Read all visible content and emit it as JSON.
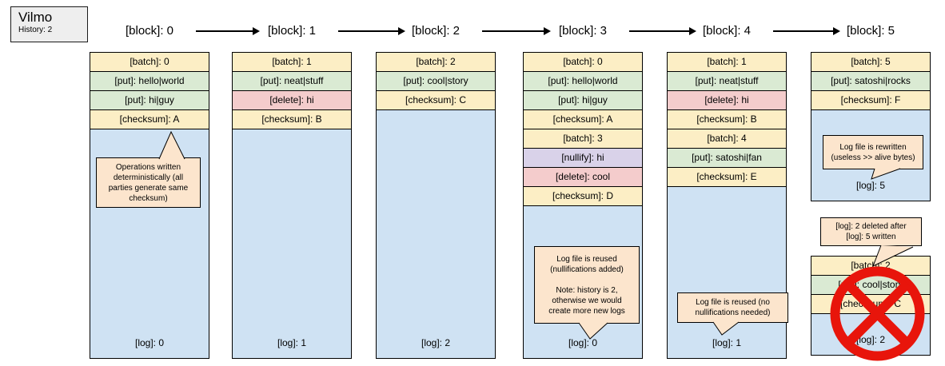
{
  "legend": {
    "title": "Vilmo",
    "subtitle": "History: 2"
  },
  "palette": {
    "batch_checksum_fill": "#fceec5",
    "put_fill": "#daead3",
    "delete_fill": "#f4cccc",
    "nullify_fill": "#d9d2e9",
    "log_fill": "#cfe2f3",
    "note_fill": "#fce5cd",
    "legend_fill": "#eeeeee",
    "cross_red": "#e8150b"
  },
  "blocks": [
    {
      "title": "[block]: 0",
      "rows": [
        {
          "type": "batch",
          "label": "[batch]: 0"
        },
        {
          "type": "put",
          "label": "[put]: hello|world"
        },
        {
          "type": "put",
          "label": "[put]: hi|guy"
        },
        {
          "type": "checksum",
          "label": "[checksum]: A"
        }
      ],
      "log": "[log]: 0",
      "note": "Operations written\ndeterministically (all\nparties generate same\nchecksum)"
    },
    {
      "title": "[block]: 1",
      "rows": [
        {
          "type": "batch",
          "label": "[batch]: 1"
        },
        {
          "type": "put",
          "label": "[put]: neat|stuff"
        },
        {
          "type": "delete",
          "label": "[delete]: hi"
        },
        {
          "type": "checksum",
          "label": "[checksum]: B"
        }
      ],
      "log": "[log]: 1"
    },
    {
      "title": "[block]: 2",
      "rows": [
        {
          "type": "batch",
          "label": "[batch]: 2"
        },
        {
          "type": "put",
          "label": "[put]: cool|story"
        },
        {
          "type": "checksum",
          "label": "[checksum]: C"
        }
      ],
      "log": "[log]: 2"
    },
    {
      "title": "[block]: 3",
      "rows": [
        {
          "type": "batch",
          "label": "[batch]: 0"
        },
        {
          "type": "put",
          "label": "[put]: hello|world"
        },
        {
          "type": "put",
          "label": "[put]: hi|guy"
        },
        {
          "type": "checksum",
          "label": "[checksum]: A"
        },
        {
          "type": "batch",
          "label": "[batch]: 3"
        },
        {
          "type": "nullify",
          "label": "[nullify]: hi"
        },
        {
          "type": "delete",
          "label": "[delete]: cool"
        },
        {
          "type": "checksum",
          "label": "[checksum]: D"
        }
      ],
      "log": "[log]: 0",
      "note": "Log file is reused\n(nullifications added)\n\nNote: history is 2,\notherwise we would\ncreate more new logs"
    },
    {
      "title": "[block]: 4",
      "rows": [
        {
          "type": "batch",
          "label": "[batch]: 1"
        },
        {
          "type": "put",
          "label": "[put]: neat|stuff"
        },
        {
          "type": "delete",
          "label": "[delete]: hi"
        },
        {
          "type": "checksum",
          "label": "[checksum]: B"
        },
        {
          "type": "batch",
          "label": "[batch]: 4"
        },
        {
          "type": "put",
          "label": "[put]: satoshi|fan"
        },
        {
          "type": "checksum",
          "label": "[checksum]: E"
        }
      ],
      "log": "[log]: 1",
      "note": "Log file is reused (no\nnullifications needed)"
    },
    {
      "title": "[block]: 5",
      "rows": [
        {
          "type": "batch",
          "label": "[batch]: 5"
        },
        {
          "type": "put",
          "label": "[put]: satoshi|rocks"
        },
        {
          "type": "checksum",
          "label": "[checksum]: F"
        }
      ],
      "log": "[log]: 5",
      "note": "Log file is rewritten\n(useless >> alive bytes)"
    }
  ],
  "deleted_block": {
    "rows": [
      {
        "type": "batch",
        "label": "[batch]: 2"
      },
      {
        "type": "put",
        "label": "[put]: cool|story"
      },
      {
        "type": "checksum",
        "label": "[checksum]: C"
      }
    ],
    "log": "[log]: 2",
    "note": "[log]: 2 deleted after\n[log]: 5 written"
  }
}
